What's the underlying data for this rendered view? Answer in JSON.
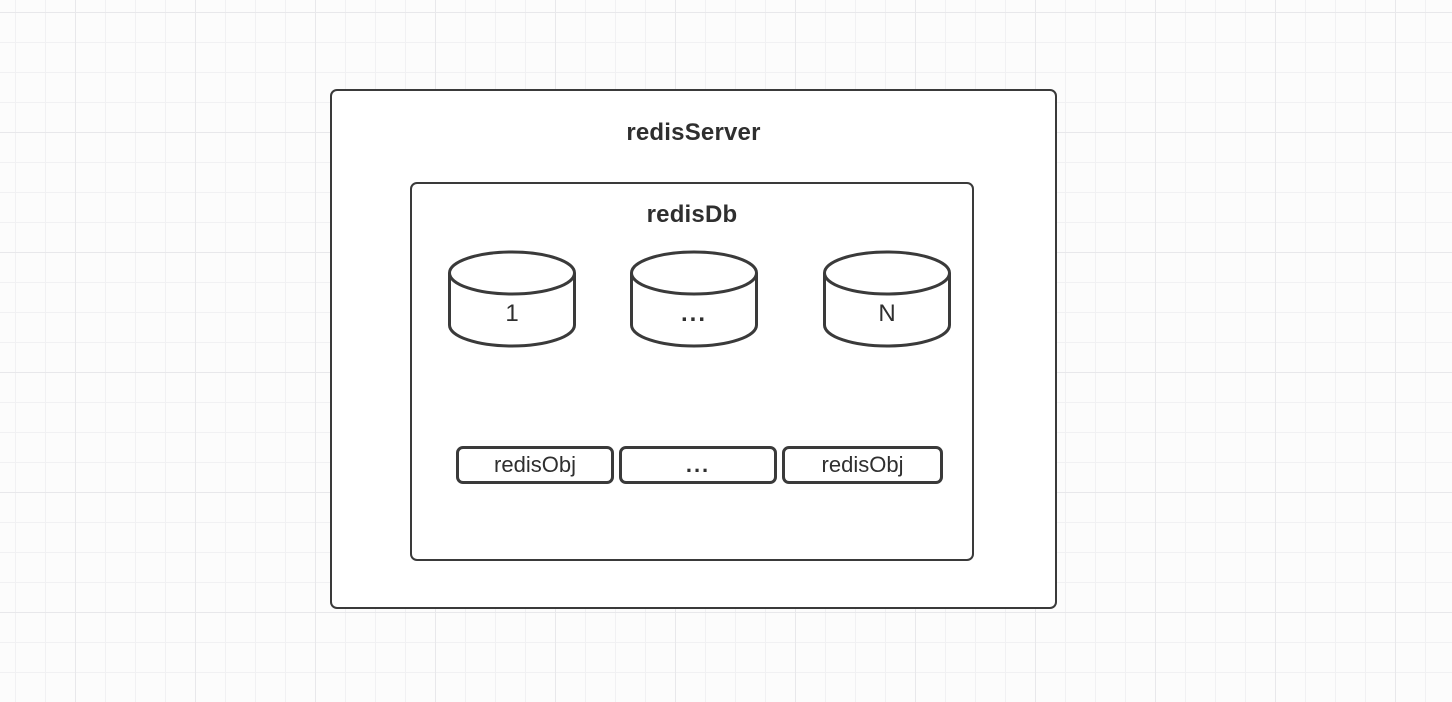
{
  "canvas": {
    "background_color": "#fcfcfc",
    "grid_minor_color": "#f1f1f3",
    "grid_major_color": "#e8e8eb",
    "shape_stroke_color": "#3a3a3a",
    "shape_fill_color": "#ffffff",
    "text_color": "#2f2f2f"
  },
  "diagram": {
    "server_box": {
      "label": "redisServer"
    },
    "db_box": {
      "label": "redisDb",
      "cylinders": [
        {
          "label": "1"
        },
        {
          "label": "..."
        },
        {
          "label": "N"
        }
      ],
      "object_boxes": [
        {
          "label": "redisObj"
        },
        {
          "label": "..."
        },
        {
          "label": "redisObj"
        }
      ]
    }
  }
}
